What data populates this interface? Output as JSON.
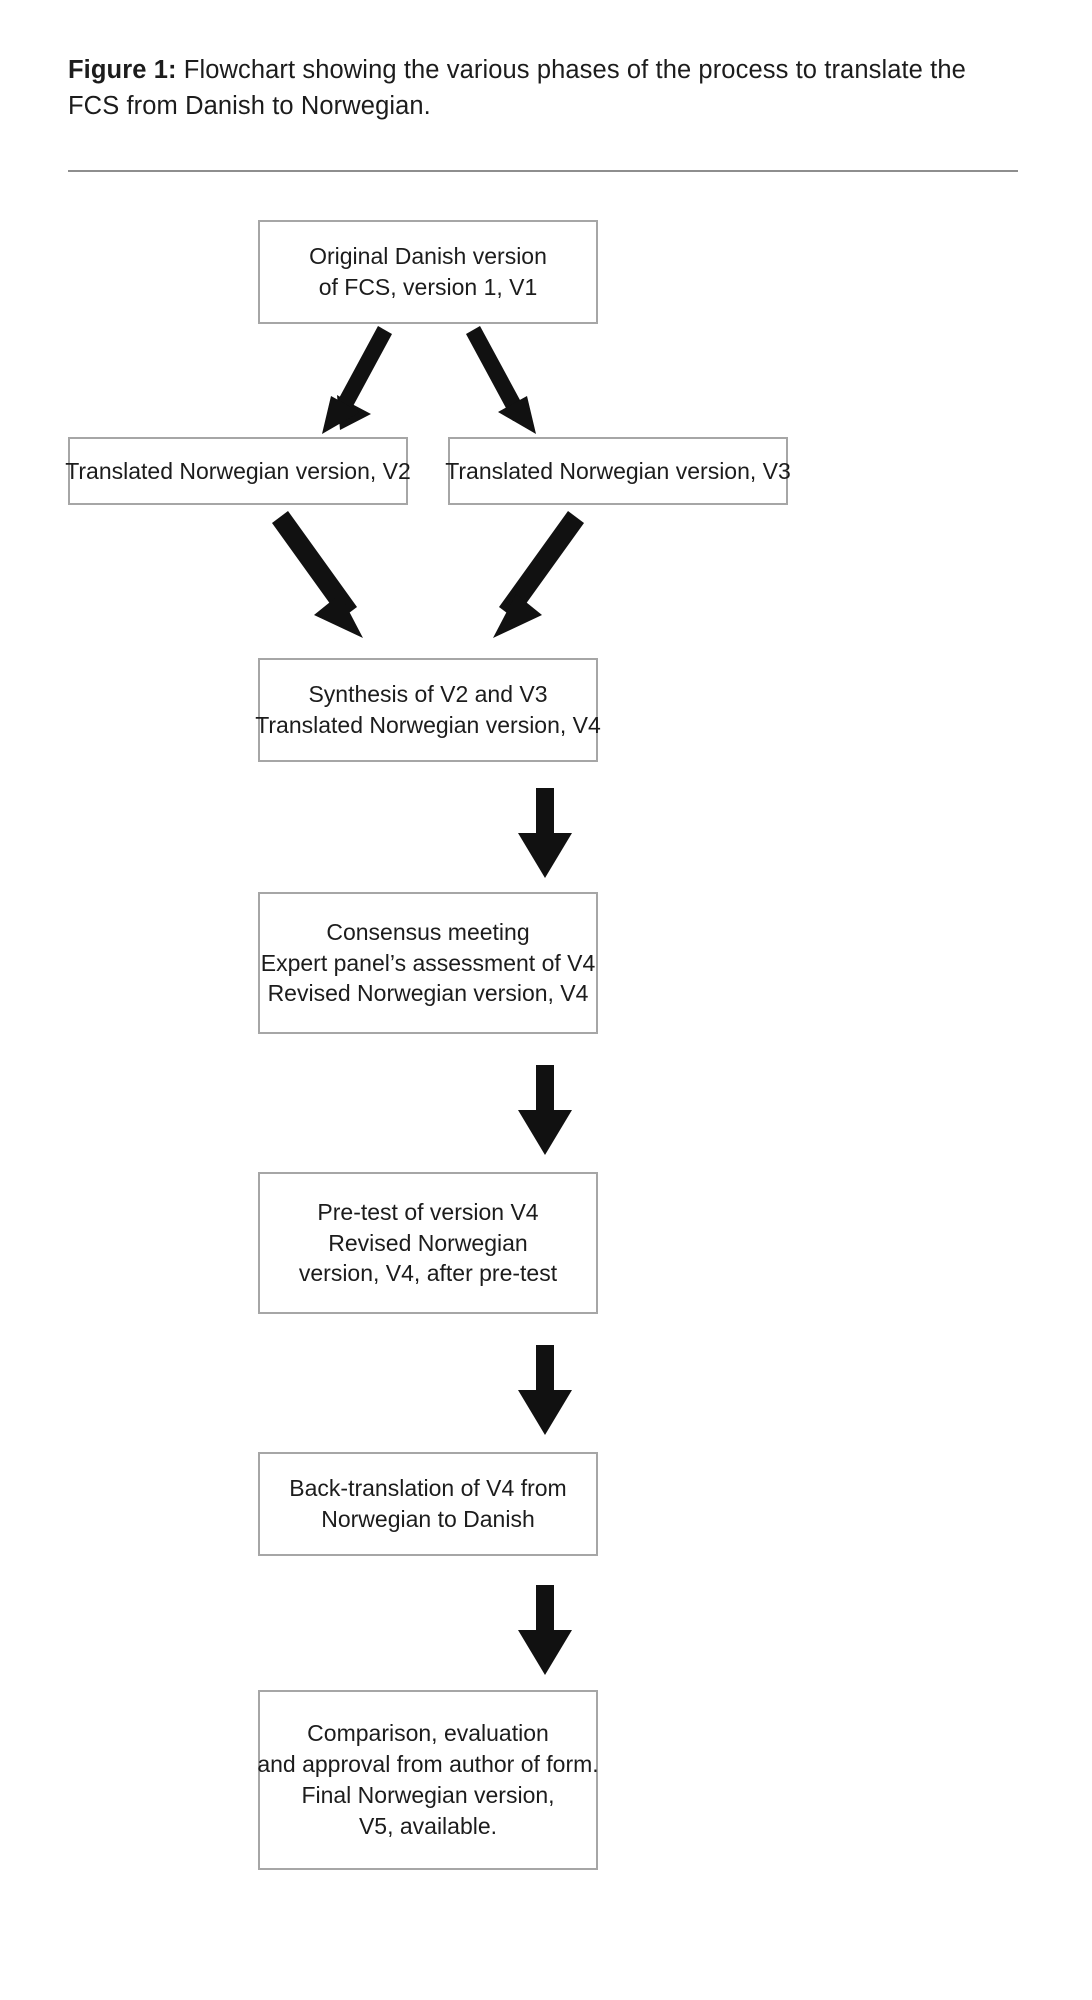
{
  "caption": {
    "label": "Figure 1:",
    "text": " Flowchart showing the various phases of the process to translate the FCS from Danish to Norwegian."
  },
  "colors": {
    "box_border": "#a6a6a6",
    "arrow": "#111111",
    "rule": "#8e8e8e",
    "text": "#1c1c1c",
    "background": "#ffffff"
  },
  "flowchart": {
    "type": "process-flowchart",
    "direction": "top-to-bottom",
    "nodes": [
      {
        "id": "original",
        "lines": [
          "Original Danish version",
          "of FCS, version 1, V1"
        ]
      },
      {
        "id": "v2",
        "lines": [
          "Translated Norwegian version, V2"
        ]
      },
      {
        "id": "v3",
        "lines": [
          "Translated Norwegian version, V3"
        ]
      },
      {
        "id": "synthesis",
        "lines": [
          "Synthesis of V2 and V3",
          "Translated Norwegian version, V4"
        ]
      },
      {
        "id": "consensus",
        "lines": [
          "Consensus meeting",
          "Expert panel’s assessment of V4",
          "Revised Norwegian version, V4"
        ]
      },
      {
        "id": "pretest",
        "lines": [
          "Pre-test of version V4",
          "Revised Norwegian",
          "version, V4, after pre-test"
        ]
      },
      {
        "id": "backtranslation",
        "lines": [
          "Back-translation of V4 from",
          "Norwegian to Danish"
        ]
      },
      {
        "id": "comparison",
        "lines": [
          "Comparison, evaluation",
          "and approval from author of form.",
          "Final Norwegian version,",
          "V5, available."
        ]
      }
    ],
    "edges": [
      {
        "from": "original",
        "to": "v2",
        "style": "thin-diagonal"
      },
      {
        "from": "original",
        "to": "v3",
        "style": "thin-diagonal"
      },
      {
        "from": "v2",
        "to": "synthesis",
        "style": "thick-diagonal"
      },
      {
        "from": "v3",
        "to": "synthesis",
        "style": "thick-diagonal"
      },
      {
        "from": "synthesis",
        "to": "consensus",
        "style": "thick-vertical"
      },
      {
        "from": "consensus",
        "to": "pretest",
        "style": "thick-vertical"
      },
      {
        "from": "pretest",
        "to": "backtranslation",
        "style": "thick-vertical"
      },
      {
        "from": "backtranslation",
        "to": "comparison",
        "style": "thick-vertical"
      }
    ]
  }
}
